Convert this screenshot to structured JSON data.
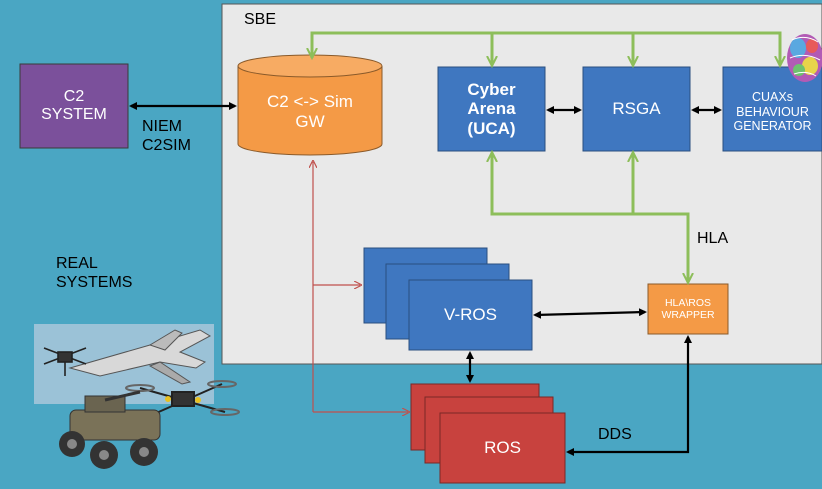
{
  "colors": {
    "background": "#4aa6c3",
    "sbe_panel": "#e9e9e9",
    "c2_box": "#7b509b",
    "gateway": "#f49a46",
    "blue_box": "#3f77c0",
    "ros_box": "#c8423e",
    "wrapper": "#f49a46",
    "hla_line": "#8dbe5a",
    "black_line": "#000000",
    "red_line": "#c0504d"
  },
  "sbe_label": "SBE",
  "c2_system": "C2\nSYSTEM",
  "niem_label": "NIEM\nC2SIM",
  "gateway": "C2 <-> Sim\nGW",
  "cyber_arena": "Cyber\nArena\n(UCA)",
  "rsga": "RSGA",
  "cuaxs": "CUAXs\nBEHAVIOUR\nGENERATOR",
  "hla_label": "HLA",
  "vros": "V-ROS",
  "wrapper": "HLA\\ROS\nWRAPPER",
  "real_systems": "REAL\nSYSTEMS",
  "dds_label": "DDS",
  "ros": "ROS",
  "icons": [
    "brain-icon",
    "drone-icon",
    "quadcopter-icon",
    "ground-robot-icon"
  ]
}
